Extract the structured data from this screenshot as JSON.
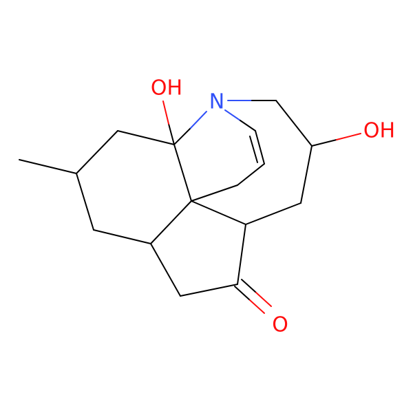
{
  "atoms": {
    "oh_top": "OH",
    "n": "N",
    "oh_right": "OH",
    "o_ketone": "O"
  },
  "colors": {
    "bond": "#000000",
    "oxygen": "#ff0d0d",
    "nitrogen": "#3050f8",
    "background": "#ffffff"
  }
}
